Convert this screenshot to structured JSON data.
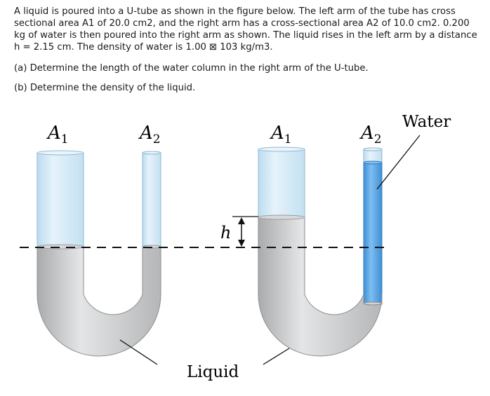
{
  "problem": {
    "intro": "A liquid is poured into a U-tube as shown in the figure below. The left arm of the tube has cross sectional area A1 of 20.0 cm2, and the right arm has a cross-sectional area A2 of 10.0 cm2. 0.200 kg of water is then poured into the right arm as shown. The liquid rises in the left arm by a distance h = 2.15 cm. The density of water is 1.00 ⊠ 103 kg/m3.",
    "part_a": "(a) Determine the length of the water column in the right arm of the U-tube.",
    "part_b": "(b) Determine the density of the liquid."
  },
  "figure": {
    "labels": {
      "a1": "A",
      "a1_sub": "1",
      "a2": "A",
      "a2_sub": "2",
      "h": "h",
      "liquid": "Liquid",
      "water": "Water"
    },
    "colors": {
      "tube_glass": "#d6eaf6",
      "liquid": "#c9cbcd",
      "water": "#5aa7e6"
    }
  }
}
